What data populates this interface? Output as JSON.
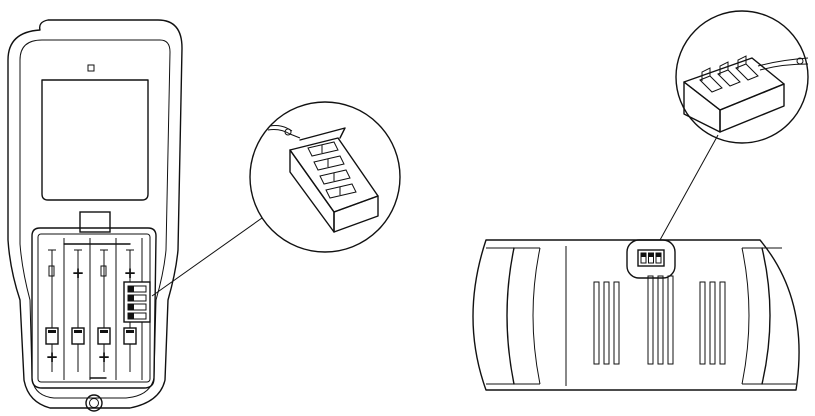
{
  "diagram": {
    "left_device": {
      "battery_slots": [
        {
          "top_mark": "",
          "bottom_mark": "+"
        },
        {
          "top_mark": "+",
          "bottom_mark": ""
        },
        {
          "top_mark": "",
          "bottom_mark": "+"
        },
        {
          "top_mark": "+",
          "bottom_mark": ""
        }
      ],
      "dip_switch_positions": 4
    },
    "right_device": {
      "dip_switch_positions": 3,
      "vent_groups": 3,
      "slots_per_group": 3
    },
    "colors": {
      "line": "#111111",
      "fill": "#ffffff"
    }
  }
}
